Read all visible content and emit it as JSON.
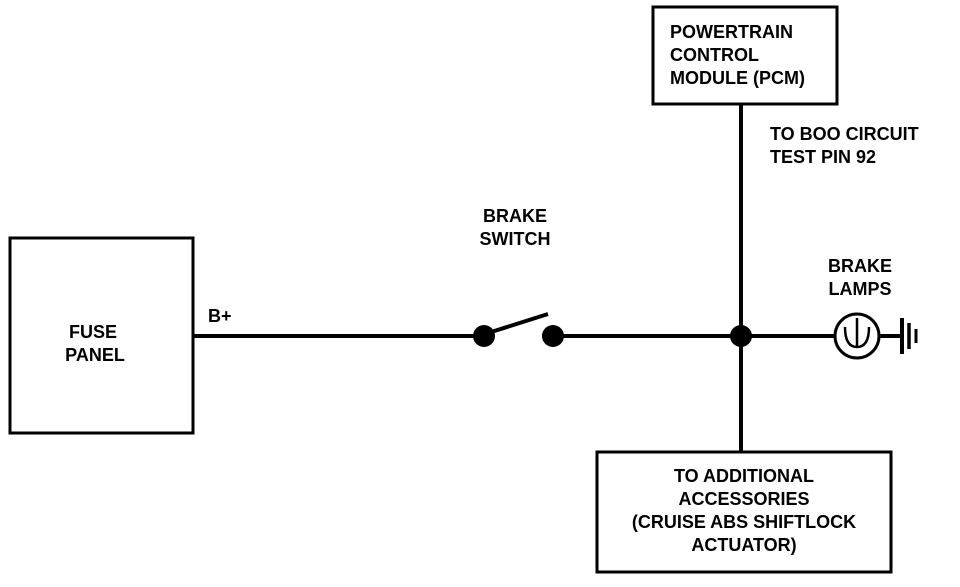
{
  "labels": {
    "pcm": [
      "POWERTRAIN",
      "CONTROL",
      "MODULE (PCM)"
    ],
    "boo": [
      "TO BOO CIRCUIT",
      "TEST PIN 92"
    ],
    "brake_switch": [
      "BRAKE",
      "SWITCH"
    ],
    "brake_lamps": [
      "BRAKE",
      "LAMPS"
    ],
    "fuse_panel": [
      "FUSE",
      "PANEL"
    ],
    "bplus": "B+",
    "accessories": [
      "TO ADDITIONAL",
      "ACCESSORIES",
      "(CRUISE ABS SHIFTLOCK",
      "ACTUATOR)"
    ]
  }
}
